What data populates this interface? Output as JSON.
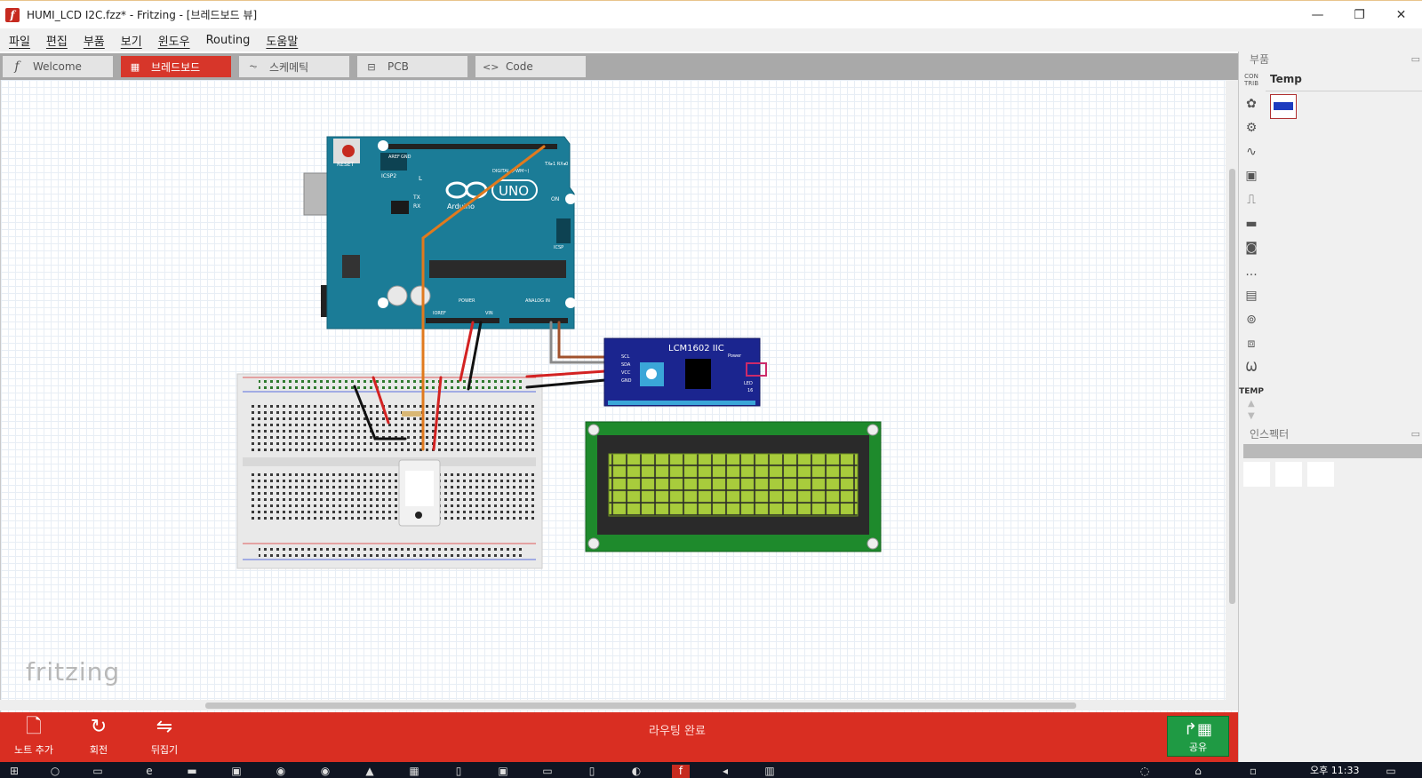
{
  "window": {
    "title": "HUMI_LCD I2C.fzz* - Fritzing - [브레드보드 뷰]",
    "logo": "f"
  },
  "menu": [
    "파일",
    "편집",
    "부품",
    "보기",
    "윈도우",
    "Routing",
    "도움말"
  ],
  "tabs": [
    {
      "label": "Welcome",
      "icon": "f",
      "active": false
    },
    {
      "label": "브레드보드",
      "icon": "▦",
      "active": true
    },
    {
      "label": "스케메틱",
      "icon": "⏦",
      "active": false
    },
    {
      "label": "PCB",
      "icon": "⊟",
      "active": false
    },
    {
      "label": "Code",
      "icon": "<>",
      "active": false
    }
  ],
  "canvas": {
    "brand_watermark": "fritzing",
    "arduino": {
      "reset": "RESET",
      "icsp2": "ICSP2",
      "l": "L",
      "tx": "TX",
      "rx": "RX",
      "uno": "UNO",
      "brand": "Arduino",
      "on": "ON",
      "icsp": "ICSP",
      "digital": "DIGITAL (PWM~)",
      "power": "POWER",
      "analog": "ANALOG IN",
      "aref": "AREF",
      "gnd": "GND",
      "ioref": "IOREF",
      "vin": "VIN",
      "txrx": "TX▸1 RX◂0"
    },
    "i2c_module": {
      "title": "LCM1602 IIC",
      "pins": [
        "SCL",
        "SDA",
        "VCC",
        "GND"
      ],
      "power": "Power",
      "led": "LED",
      "num": "16"
    }
  },
  "bottom_bar": {
    "add_note": "노트 추가",
    "rotate": "회전",
    "flip": "뒤집기",
    "status": "라우팅 완료",
    "share": "공유"
  },
  "parts_panel": {
    "title": "부품",
    "bin_contrib": "CON TRIB",
    "bin_temp": "TEMP",
    "bin_title": "Temp",
    "more": "..."
  },
  "inspector": {
    "title": "인스펙터"
  },
  "taskbar": {
    "clock": "오후 11:33"
  },
  "colors": {
    "accent": "#d92e22",
    "share": "#1f9a44",
    "arduino": "#1b7c97",
    "lcd_screen": "#9bc234"
  }
}
